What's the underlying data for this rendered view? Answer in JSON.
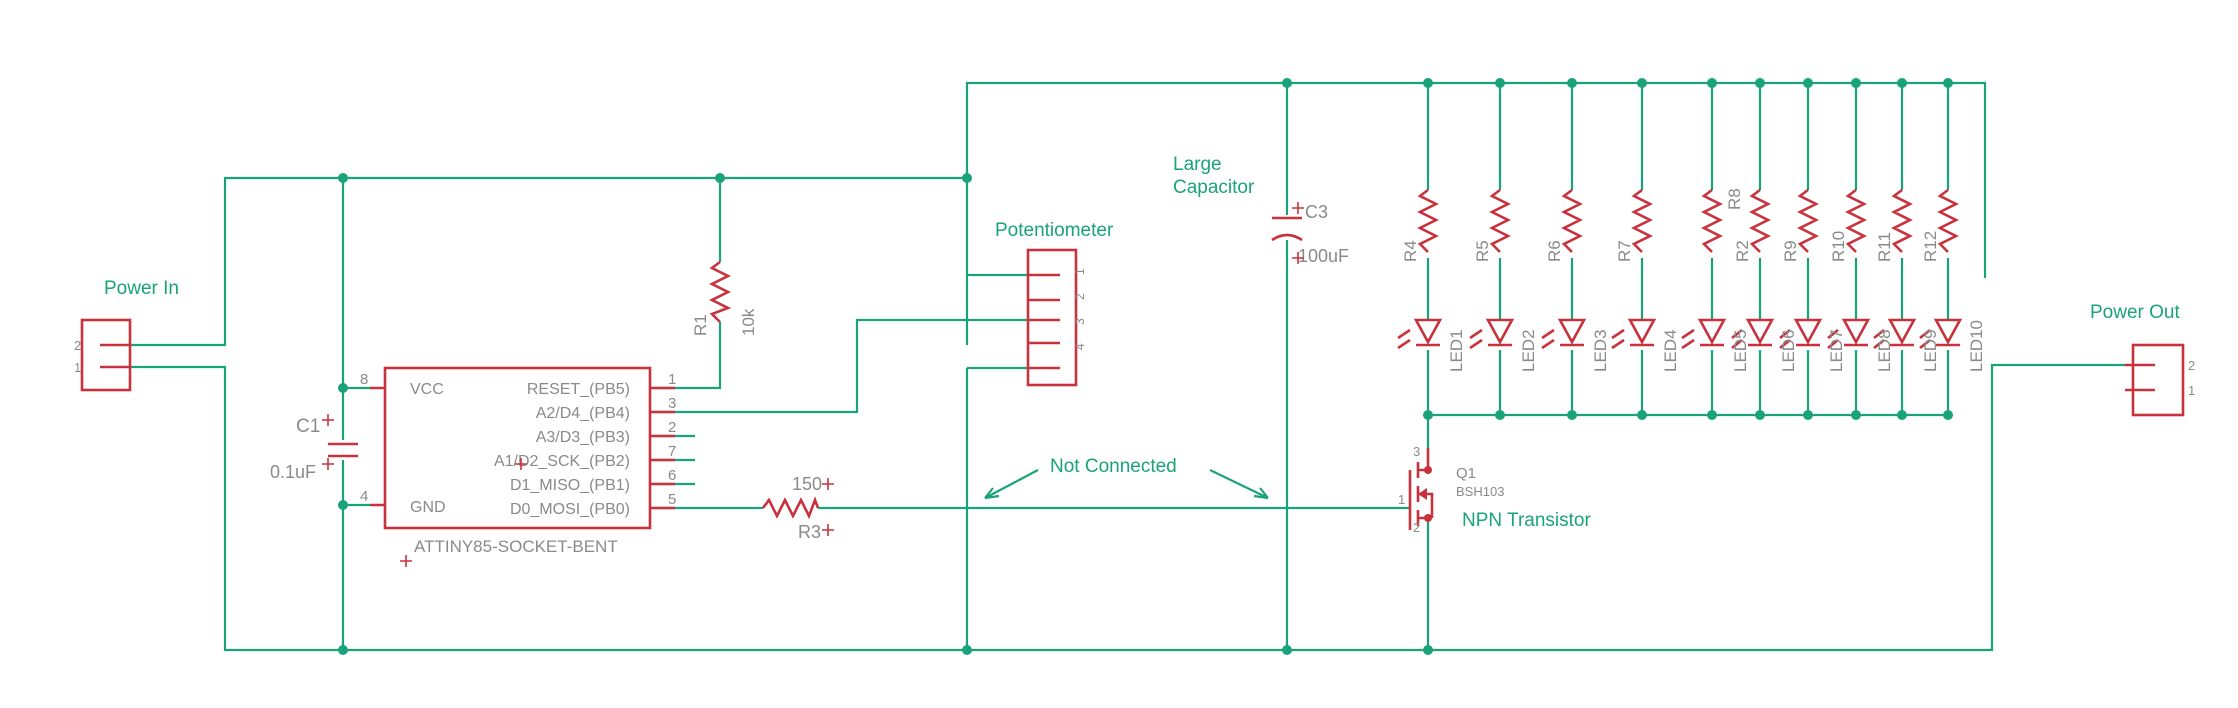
{
  "labels": {
    "power_in": "Power In",
    "power_out": "Power Out",
    "potentiometer": "Potentiometer",
    "large_capacitor_line1": "Large",
    "large_capacitor_line2": "Capacitor",
    "not_connected": "Not Connected",
    "npn_transistor": "NPN Transistor"
  },
  "ic": {
    "name": "ATTINY85-SOCKET-BENT",
    "left_pins": [
      {
        "num": "8",
        "name": "VCC"
      },
      {
        "num": "4",
        "name": "GND"
      }
    ],
    "right_pins": [
      {
        "num": "1",
        "name": "RESET_(PB5)"
      },
      {
        "num": "3",
        "name": "A2/D4_(PB4)"
      },
      {
        "num": "2",
        "name": "A3/D3_(PB3)"
      },
      {
        "num": "7",
        "name": "A1/D2_SCK_(PB2)"
      },
      {
        "num": "6",
        "name": "D1_MISO_(PB1)"
      },
      {
        "num": "5",
        "name": "D0_MOSI_(PB0)"
      }
    ]
  },
  "components": {
    "c1": {
      "ref": "C1",
      "value": "0.1uF"
    },
    "r1": {
      "ref": "R1",
      "value": "10k"
    },
    "r3": {
      "ref": "R3",
      "value": "150"
    },
    "c3": {
      "ref": "C3",
      "value": "100uF"
    },
    "q1": {
      "ref": "Q1",
      "value": "BSH103"
    },
    "q1_pins": [
      "3",
      "1",
      "2"
    ],
    "power_in_pins": [
      "2",
      "1"
    ],
    "power_out_pins": [
      "2",
      "1"
    ],
    "pot_pins": [
      "1",
      "2",
      "3",
      "4"
    ]
  },
  "resistors": [
    "R4",
    "R5",
    "R6",
    "R7",
    "R8",
    "R2",
    "R9",
    "R10",
    "R11",
    "R12"
  ],
  "leds": [
    "LED1",
    "LED2",
    "LED3",
    "LED4",
    "LED5",
    "LED6",
    "LED7",
    "LED8",
    "LED9",
    "LED10"
  ]
}
